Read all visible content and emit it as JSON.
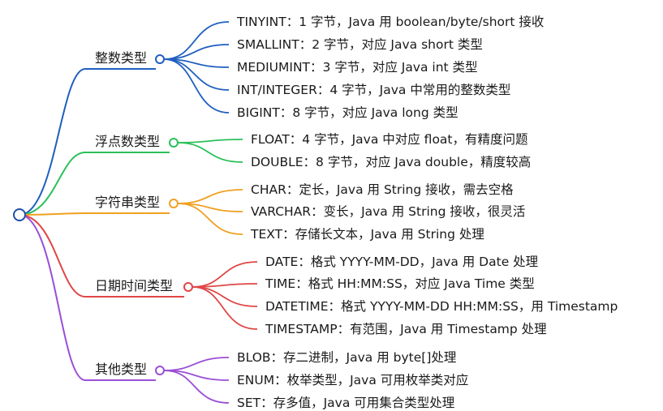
{
  "categories": [
    {
      "id": "integer",
      "label": "整数类型",
      "color": "#1f5fbf",
      "items": [
        "TINYINT：1 字节，Java 用 boolean/byte/short 接收",
        "SMALLINT：2 字节，对应 Java short 类型",
        "MEDIUMINT：3 字节，对应 Java int 类型",
        "INT/INTEGER：4 字节，Java 中常用的整数类型",
        "BIGINT：8 字节，对应 Java long 类型"
      ]
    },
    {
      "id": "float",
      "label": "浮点数类型",
      "color": "#2cc05a",
      "items": [
        "FLOAT：4 字节，Java 中对应 float，有精度问题",
        "DOUBLE：8 字节，对应 Java double，精度较高"
      ]
    },
    {
      "id": "string",
      "label": "字符串类型",
      "color": "#f0a020",
      "items": [
        "CHAR：定长，Java 用 String 接收，需去空格",
        "VARCHAR：变长，Java 用 String 接收，很灵活",
        "TEXT：存储长文本，Java 用 String 处理"
      ]
    },
    {
      "id": "datetime",
      "label": "日期时间类型",
      "color": "#e04646",
      "items": [
        "DATE：格式 YYYY-MM-DD，Java 用 Date 处理",
        "TIME：格式 HH:MM:SS，对应 Java Time 类型",
        "DATETIME：格式 YYYY-MM-DD HH:MM:SS，用 Timestamp",
        "TIMESTAMP：有范围，Java 用 Timestamp 处理"
      ]
    },
    {
      "id": "other",
      "label": "其他类型",
      "color": "#9a4fd6",
      "items": [
        "BLOB：存二进制，Java 用 byte[]处理",
        "ENUM：枚举类型，Java 可用枚举类对应",
        "SET：存多值，Java 可用集合类型处理"
      ]
    }
  ]
}
